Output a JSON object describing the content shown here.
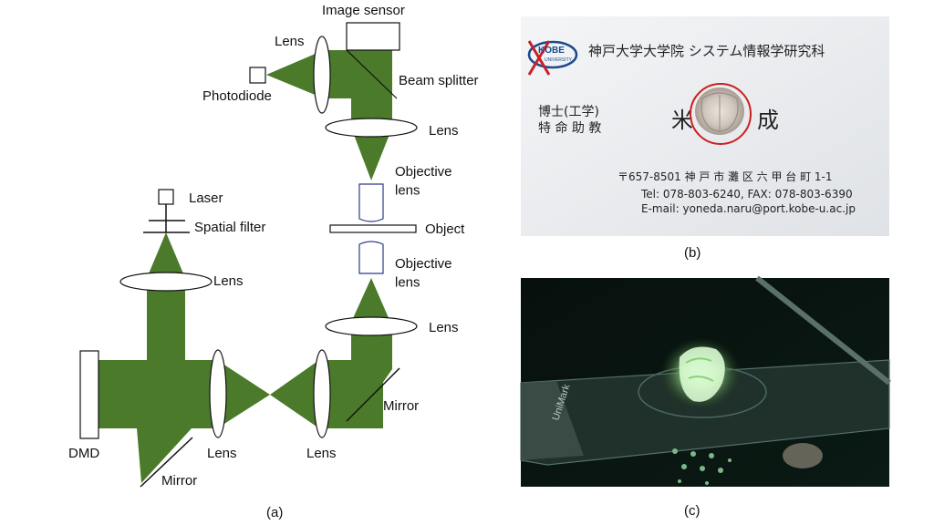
{
  "diagram": {
    "labels": {
      "image_sensor": "Image sensor",
      "lens_top": "Lens",
      "photodiode": "Photodiode",
      "beam_splitter": "Beam splitter",
      "lens_mid": "Lens",
      "objective_lens_1": "Objective\nlens",
      "object": "Object",
      "objective_lens_2": "Objective\nlens",
      "lens_right": "Lens",
      "mirror_right": "Mirror",
      "lens_bottom_1": "Lens",
      "lens_bottom_2": "Lens",
      "mirror_bottom": "Mirror",
      "dmd": "DMD",
      "laser": "Laser",
      "spatial_filter": "Spatial filter",
      "lens_left": "Lens"
    },
    "caption": "(a)",
    "beam_color": "#4a7a2a"
  },
  "business_card": {
    "logo_text": "KOBE",
    "logo_sub": "UNIVERSITY",
    "affiliation": "神戸大学大学院 システム情報学研究科",
    "title_line1": "博士(工学)",
    "title_line2": "特 命 助 教",
    "name_first": "米",
    "name_last": "成",
    "address": "〒657-8501 神 戸 市 灘 区 六 甲 台 町 1-1",
    "tel_fax": "Tel: 078-803-6240, FAX: 078-803-6390",
    "email": "E-mail: yoneda.naru@port.kobe-u.ac.jp",
    "caption": "(b)"
  },
  "photo": {
    "slide_text": "UniMark",
    "caption": "(c)"
  }
}
